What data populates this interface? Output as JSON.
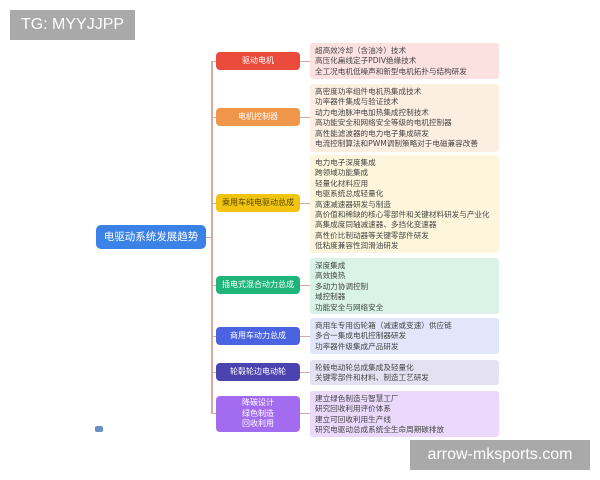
{
  "watermarks": {
    "top": "TG: MYYJJPP",
    "bottom": "arrow-mksports.com"
  },
  "root": {
    "label": "电驱动系统发展趋势",
    "color": "#3b82e6"
  },
  "branches": [
    {
      "label": "驱动电机",
      "color": "#ea4b3c",
      "box_color": "#fbe1e0",
      "items": [
        "超高效冷却（含油冷）技术",
        "高压化扁线定子PDIV绝缘技术",
        "全工况电机低噪声和新型电机拓扑与结构研发"
      ]
    },
    {
      "label": "电机控制器",
      "color": "#f0964a",
      "box_color": "#fdeee2",
      "items": [
        "高密度功率组件电机热集成技术",
        "功率器件集成与验证技术",
        "动力电池脉冲电加热集成控制技术",
        "高功能安全和网络安全等级的电机控制器",
        "高性能滤波器的电力电子集成研发",
        "电流控制算法和PWM调制策略对于电磁兼容改善"
      ]
    },
    {
      "label": "乘用车纯电驱动总成",
      "color": "#f1c40f",
      "box_color": "#fdf6dc",
      "items": [
        "电力电子深度集成",
        "跨领域功能集成",
        "轻量化材料应用",
        "电驱系统总成轻量化",
        "高速减速器研发与制造",
        "高价值和稀缺的核心零部件和关键材料研发与产业化",
        "高集成度同轴减速器、多挡化变速器",
        "高性价比制动器等关键零部件研发",
        "低粘度兼容性润滑油研发"
      ]
    },
    {
      "label": "插电式混合动力总成",
      "color": "#1fb57a",
      "box_color": "#d9f3e8",
      "items": [
        "深度集成",
        "高效换热",
        "多动力协调控制",
        "域控制器",
        "功能安全与网络安全"
      ]
    },
    {
      "label": "商用车动力总成",
      "color": "#4a63e0",
      "box_color": "#e1e6fa",
      "items": [
        "商用车专用齿轮箱（减速或变速）供应链",
        "多合一集成电机控制器研发",
        "功率器件级集成产品研发"
      ]
    },
    {
      "label": "轮毂轮边电动轮",
      "color": "#4b44b0",
      "box_color": "#e4e2f2",
      "items": [
        "轮毂电动轮总成集成及轻量化",
        "关键零部件和材料、制造工艺研发"
      ]
    },
    {
      "label": "降碳设计\n绿色制造\n回收利用",
      "label_lines": [
        "降碳设计",
        "绿色制造",
        "回收利用"
      ],
      "color": "#a36bef",
      "box_color": "#ead9fb",
      "items": [
        "建立绿色制造与智慧工厂",
        "研究回收利用评价体系",
        "建立可回收利用生产线",
        "研究电驱动总成系统全生命周期碳排放"
      ]
    }
  ]
}
